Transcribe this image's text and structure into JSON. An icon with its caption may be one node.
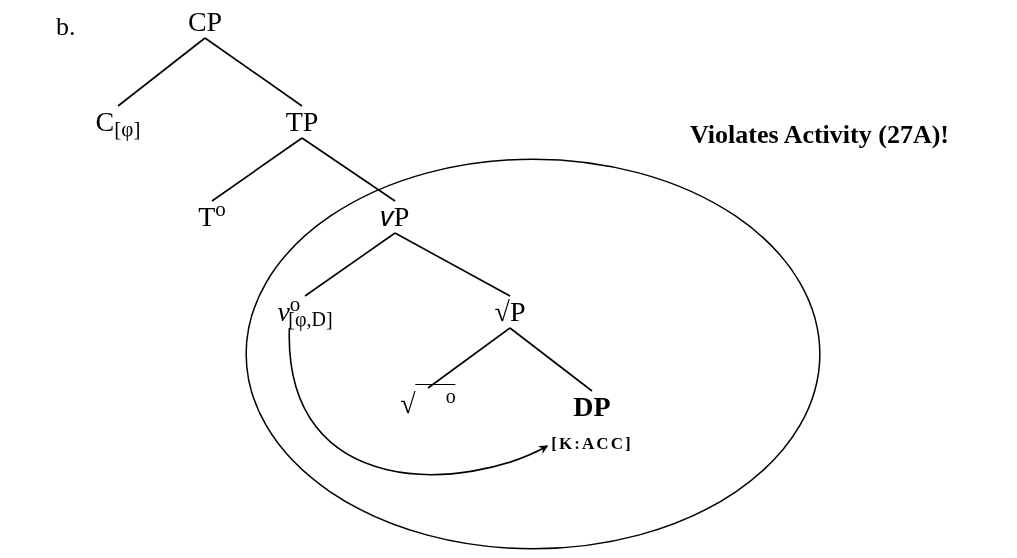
{
  "diagram": {
    "nodes": [
      {
        "text": [
          "CP"
        ]
      },
      {
        "text": [
          "C$_{[φ]}$"
        ]
      },
      {
        "text": [
          "TP"
        ]
      },
      {
        "text": [
          "T$^{o}$"
        ]
      },
      {
        "text": [],
        "shape": "ellipse"
      },
      {
        "text": [
          "𝑣P"
        ],
        "in": 4
      },
      {
        "text": [
          "*v*$^{o}$$_{[φ,D]}$"
        ],
        "in": 4
      },
      {
        "text": [
          "√P"
        ],
        "in": 4
      },
      {
        "text": [
          "√$^{o}$"
        ],
        "in": 4
      },
      {
        "text": [
          "DP",
          "[K:ACC]"
        ],
        "in": 4
      }
    ],
    "edges": [
      {
        "from": 0,
        "to": 1,
        "arrow": "none"
      },
      {
        "from": 0,
        "to": 2,
        "arrow": "none"
      },
      {
        "from": 2,
        "to": 3,
        "arrow": "none"
      },
      {
        "from": 2,
        "to": 5,
        "arrow": "none"
      },
      {
        "from": 5,
        "to": 6,
        "arrow": "none"
      },
      {
        "from": 5,
        "to": 7,
        "arrow": "none"
      },
      {
        "from": 7,
        "to": 8,
        "arrow": "none"
      },
      {
        "from": 7,
        "to": 9,
        "arrow": "none"
      },
      {
        "from": 6,
        "to": 9,
        "arrow": "to"
      }
    ],
    "labels": [
      "b.",
      "Violates Activity (27A)!"
    ]
  }
}
